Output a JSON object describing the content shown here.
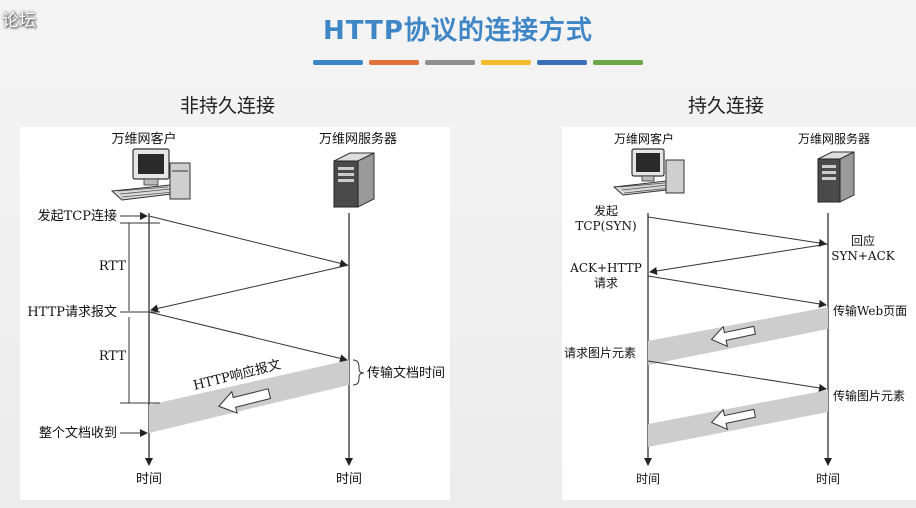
{
  "watermark": "论坛",
  "title": "HTTP协议的连接方式",
  "colorbar_colors": [
    "#3b86c6",
    "#e0733a",
    "#8f8f8f",
    "#f2bc2d",
    "#3b6fba",
    "#6aa646"
  ],
  "left": {
    "heading": "非持久连接",
    "client": "万维网客户",
    "server": "万维网服务器",
    "labels": {
      "tcp": "发起TCP连接",
      "rtt1": "RTT",
      "req": "HTTP请求报文",
      "rtt2": "RTT",
      "resp": "HTTP响应报文",
      "transfer": "传输文档时间",
      "done": "整个文档收到",
      "time_client": "时间",
      "time_server": "时间"
    }
  },
  "right": {
    "heading": "持久连接",
    "client": "万维网客户",
    "server": "万维网服务器",
    "labels": {
      "syn1": "发起",
      "syn2": "TCP(SYN)",
      "ack1": "回应",
      "ack2": "SYN+ACK",
      "req1": "ACK+HTTP",
      "req2": "请求",
      "web": "传输Web页面",
      "img_req": "请求图片元素",
      "img": "传输图片元素",
      "time_client": "时间",
      "time_server": "时间"
    }
  },
  "icons": [
    "client-computer-icon",
    "server-tower-icon",
    "white-arrow-icon"
  ]
}
